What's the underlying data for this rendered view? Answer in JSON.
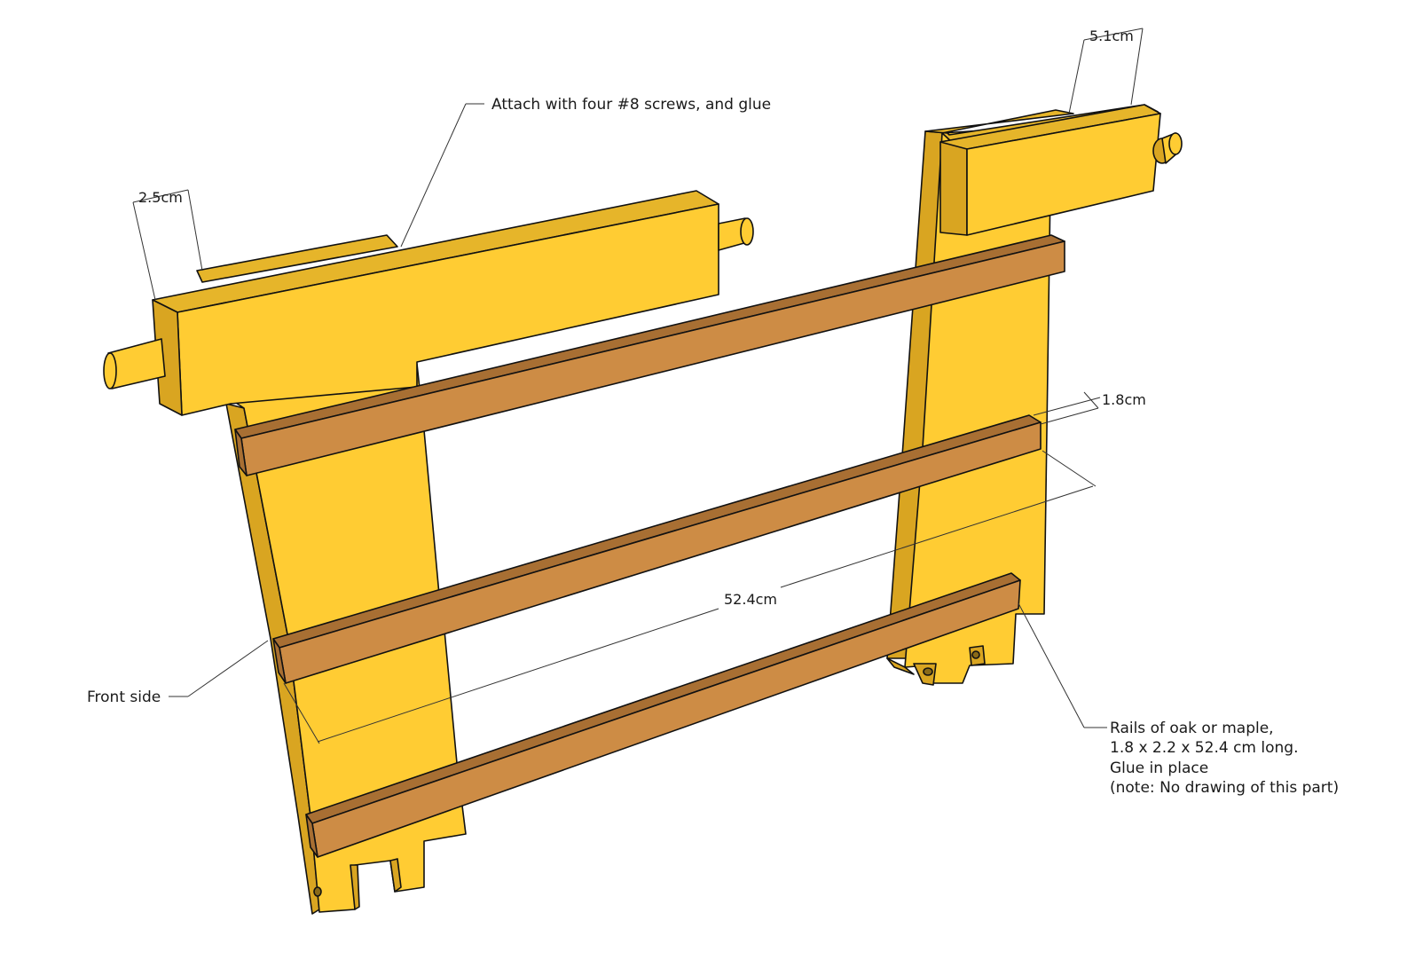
{
  "annotations": {
    "attach_note": "Attach with four #8 screws, and glue",
    "front_side": "Front side",
    "rails_line1": "Rails of oak or maple,",
    "rails_line2": "1.8 x 2.2 x 52.4 cm long.",
    "rails_line3": "Glue in place",
    "rails_line4": "(note: No drawing of this part)"
  },
  "dimensions": {
    "block_left_thickness": "2.5cm",
    "block_right_width": "5.1cm",
    "rail_thickness": "1.8cm",
    "rail_length": "52.4cm"
  },
  "colors": {
    "yellow_face": "#FFCC33",
    "yellow_side": "#D9A521",
    "yellow_top": "#E6B52A",
    "rail_face": "#CD8C45",
    "rail_top": "#A86F33",
    "outline": "#111111"
  }
}
